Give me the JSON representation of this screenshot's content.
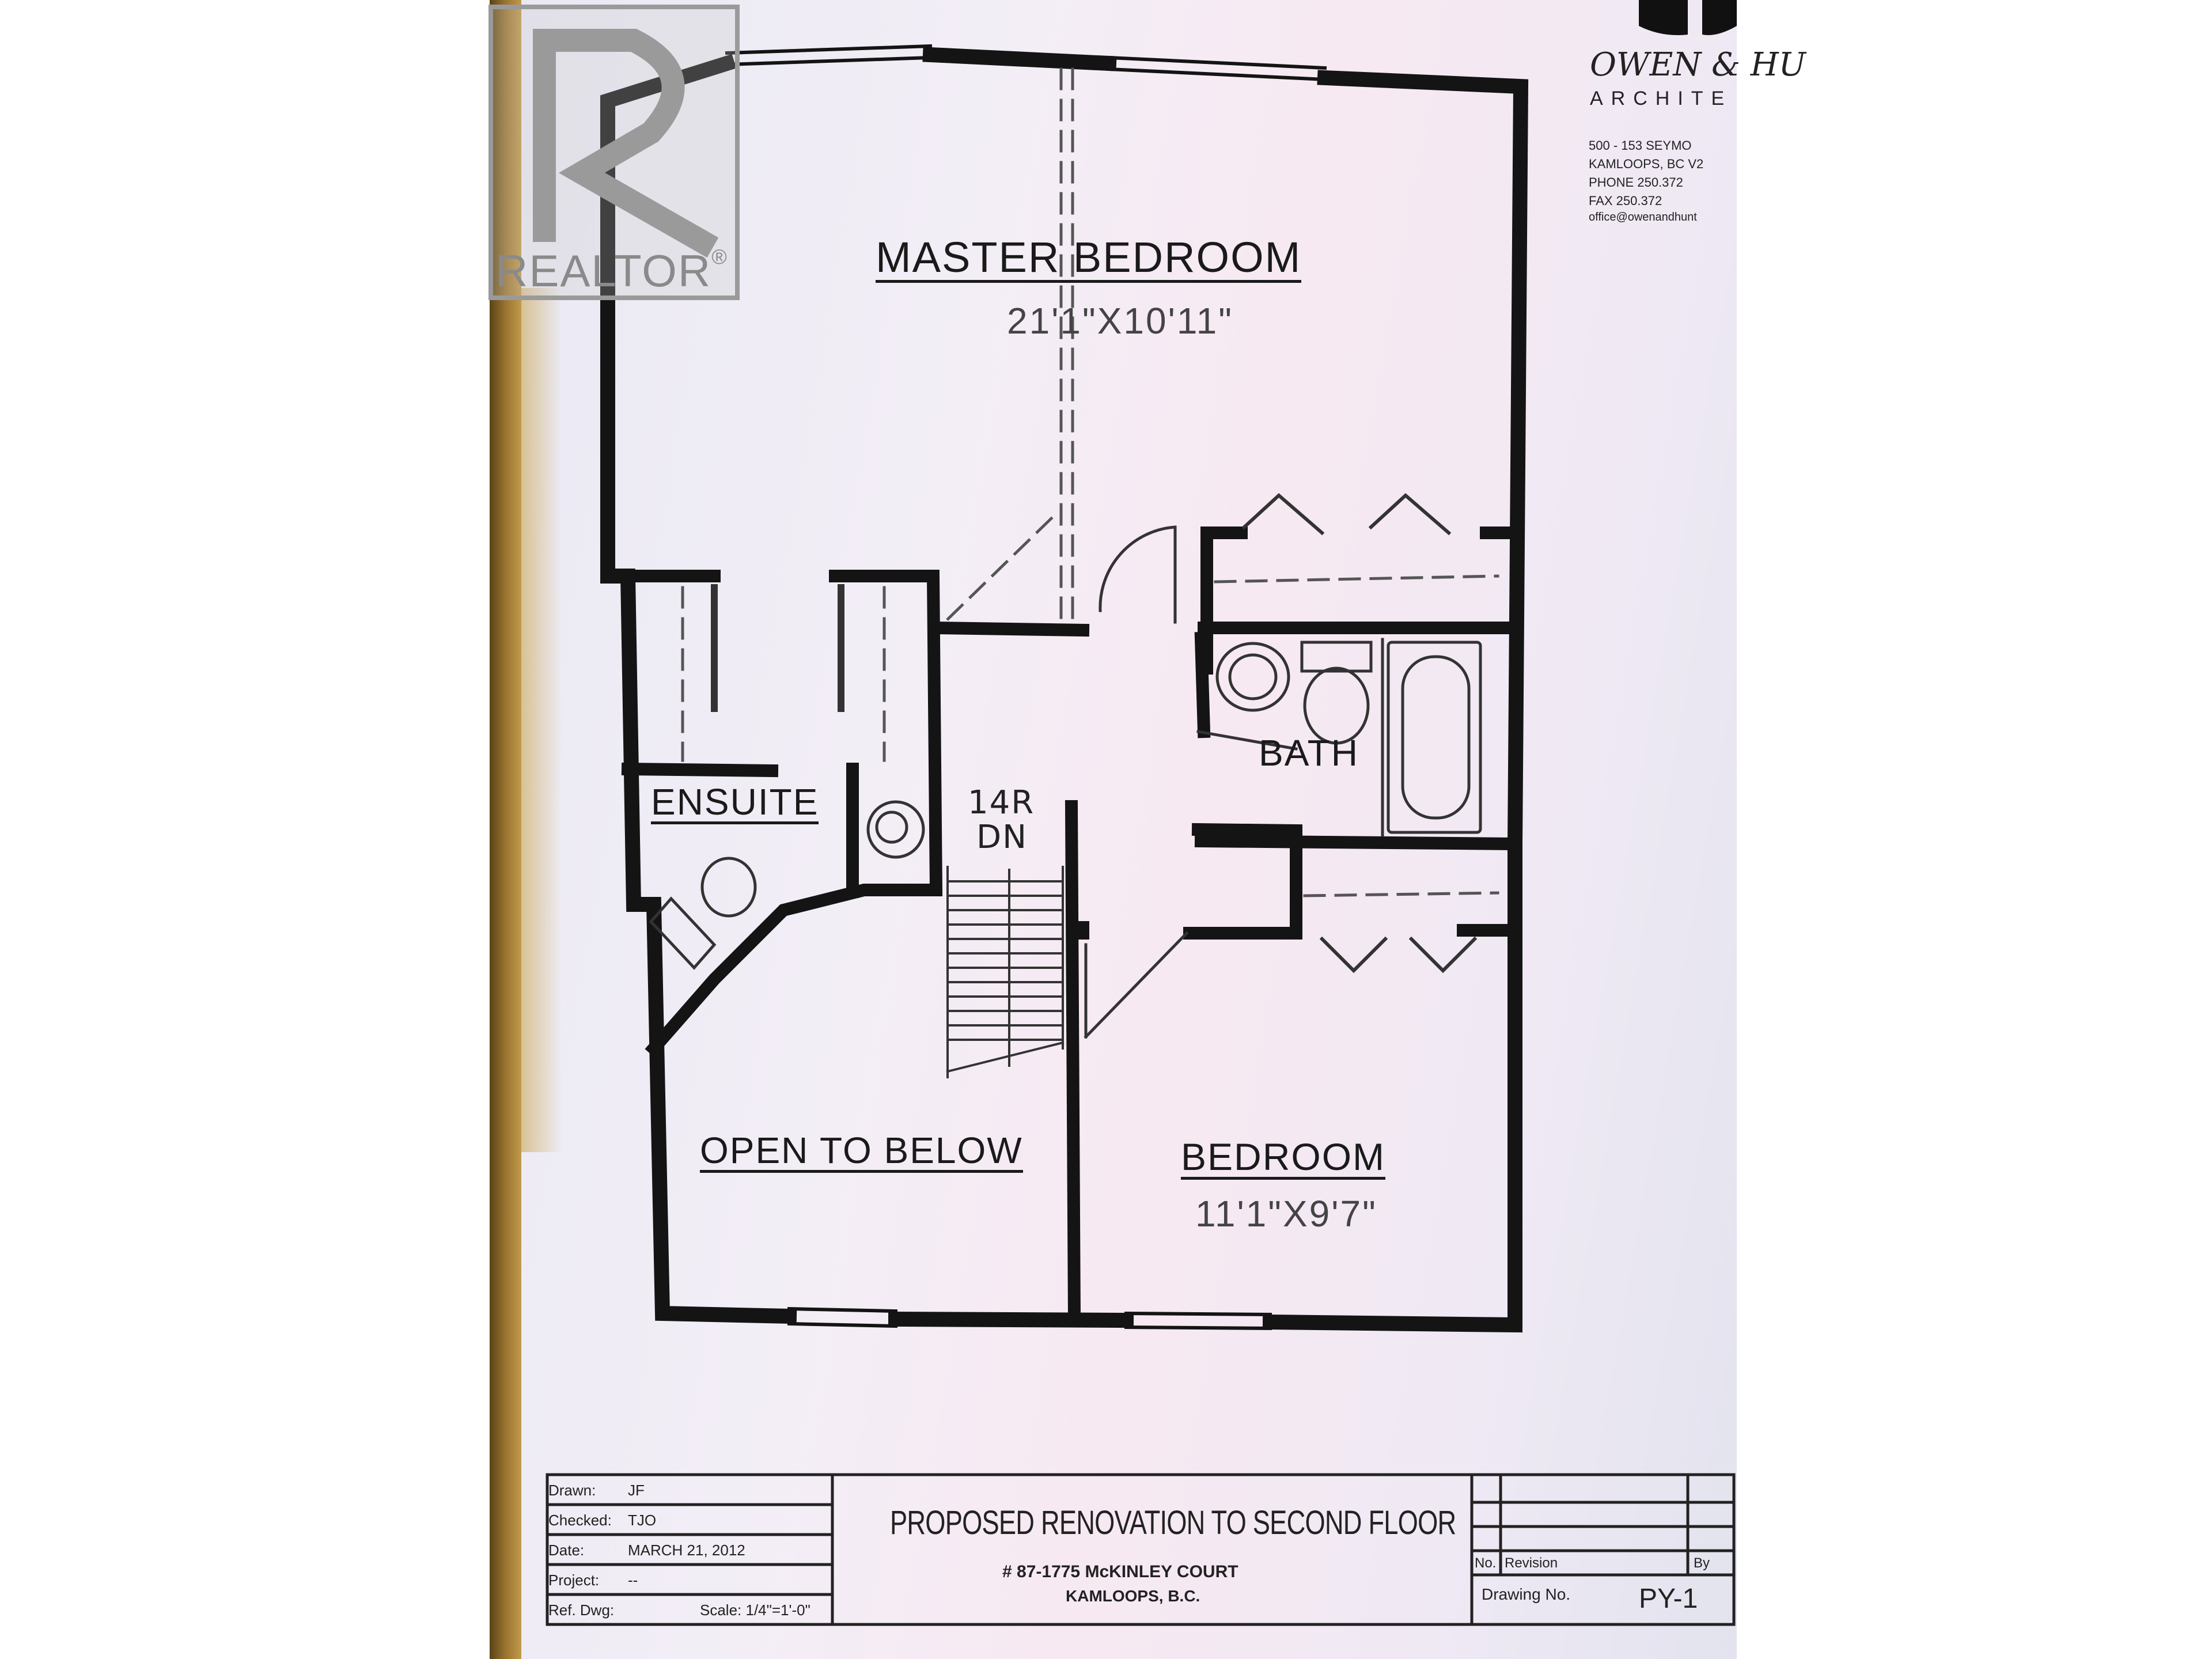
{
  "watermark": {
    "brand": "REALTOR",
    "registered": "®"
  },
  "architect": {
    "name": "OWEN & HU",
    "subtitle": "ARCHITE",
    "address_lines": [
      "500 - 153 SEYMO",
      "KAMLOOPS, BC V2",
      "PHONE 250.372",
      "FAX 250.372",
      "office@owenandhunt"
    ]
  },
  "rooms": {
    "master_bedroom": {
      "name": "MASTER BEDROOM",
      "dims": "21'1\"X10'11\""
    },
    "ensuite": {
      "name": "ENSUITE"
    },
    "bath": {
      "name": "BATH"
    },
    "open_to_below": {
      "name": "OPEN TO BELOW"
    },
    "bedroom": {
      "name": "BEDROOM",
      "dims": "11'1\"X9'7\""
    }
  },
  "stairs": {
    "risers": "14R",
    "direction": "DN"
  },
  "title_block": {
    "fields": [
      {
        "label": "Drawn:",
        "value": "JF"
      },
      {
        "label": "Checked:",
        "value": "TJO"
      },
      {
        "label": "Date:",
        "value": "MARCH 21, 2012"
      },
      {
        "label": "Project:",
        "value": "--"
      },
      {
        "label": "Ref. Dwg:",
        "value": ""
      }
    ],
    "scale": "Scale: 1/4\"=1'-0\"",
    "title": "PROPOSED RENOVATION TO SECOND FLOOR",
    "address_line1": "# 87-1775 McKINLEY COURT",
    "address_line2": "KAMLOOPS, B.C.",
    "revision_headers": {
      "no": "No.",
      "revision": "Revision",
      "by": "By"
    },
    "drawing_no_label": "Drawing No.",
    "drawing_no": "PY-1"
  }
}
